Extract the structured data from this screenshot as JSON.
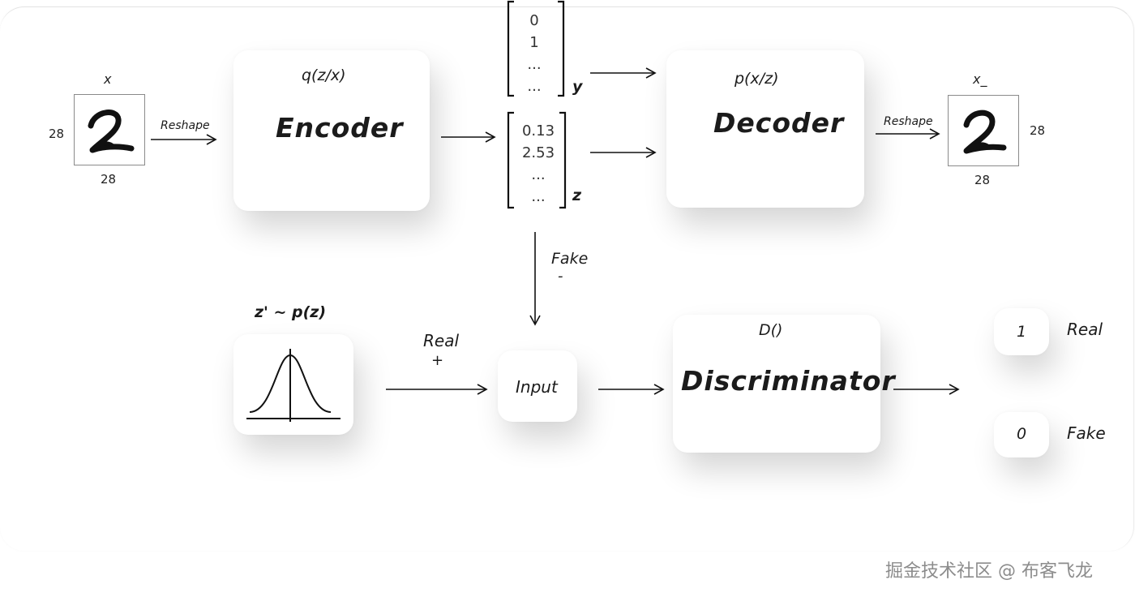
{
  "input_image": {
    "label": "x",
    "height_label": "28",
    "width_label": "28"
  },
  "reshape_in_label": "Reshape",
  "encoder": {
    "func_label": "q(z/x)",
    "title": "Encoder"
  },
  "y_vector": {
    "values": [
      "0",
      "1",
      "...",
      "..."
    ],
    "label": "y"
  },
  "z_vector": {
    "values": [
      "0.13",
      "2.53",
      "...",
      "..."
    ],
    "label": "z"
  },
  "decoder": {
    "func_label": "p(x/z)",
    "title": "Decoder"
  },
  "reshape_out_label": "Reshape",
  "output_image": {
    "label": "x_",
    "height_label": "28",
    "width_label": "28"
  },
  "fake_edge": {
    "label": "Fake",
    "sign": "-"
  },
  "prior": {
    "label": "z' ~ p(z)"
  },
  "real_edge": {
    "label": "Real",
    "sign": "+"
  },
  "input_node": {
    "label": "Input"
  },
  "discriminator": {
    "func_label": "D()",
    "title": "Discriminator"
  },
  "outputs": [
    {
      "value": "1",
      "label": "Real"
    },
    {
      "value": "0",
      "label": "Fake"
    }
  ],
  "watermark": "掘金技术社区 @ 布客飞龙",
  "colors": {
    "ink": "#1b1b1b",
    "card_bg": "#ffffff",
    "box_border": "#8a8a8a",
    "watermark": "#8c8c8c"
  },
  "icons": {
    "digit_image": "handwritten-digit-2-icon",
    "prior_curve": "gaussian-curve-icon"
  }
}
